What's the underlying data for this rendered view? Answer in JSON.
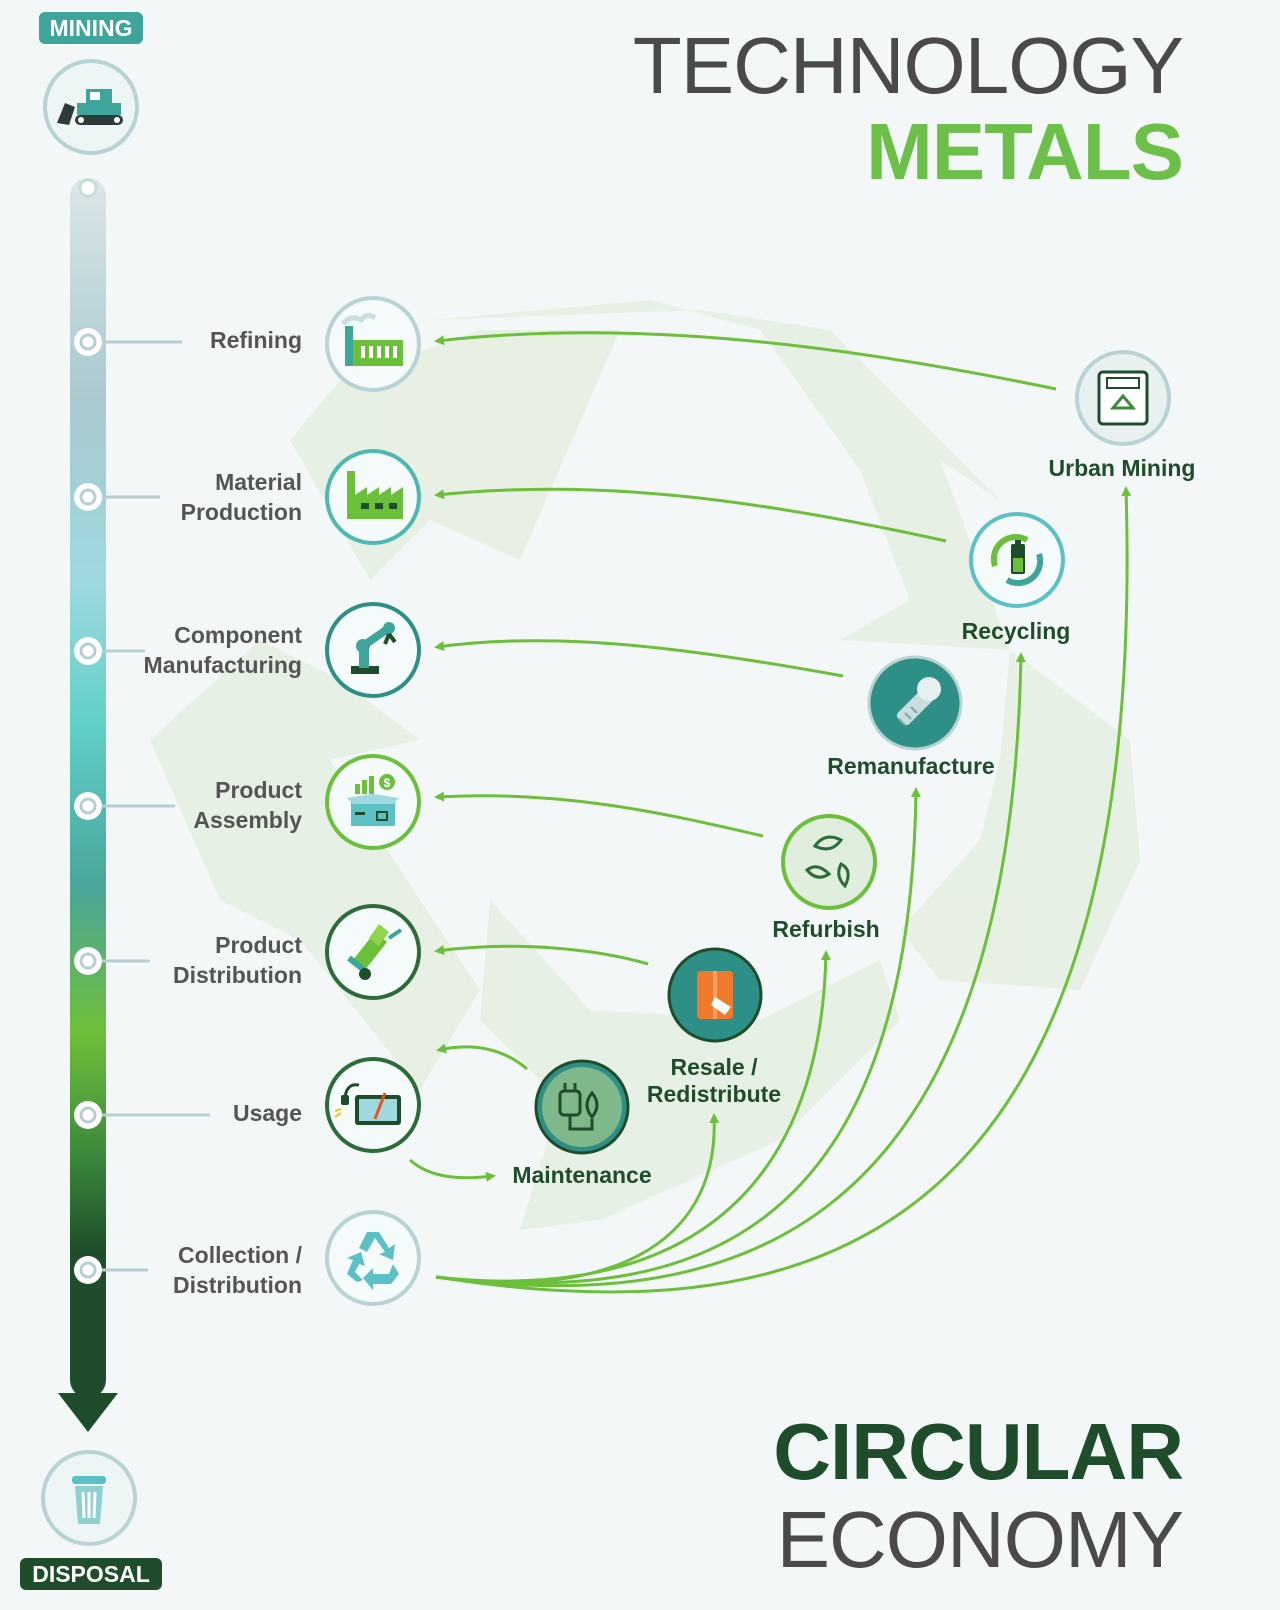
{
  "header": {
    "line1": "TECHNOLOGY",
    "line2": "METALS"
  },
  "footer": {
    "line1": "CIRCULAR",
    "line2": "ECONOMY"
  },
  "timeline": {
    "start_label": "MINING",
    "end_label": "DISPOSAL",
    "start_icon": "bulldozer-icon",
    "end_icon": "trash-can-icon"
  },
  "stages": [
    {
      "line1": "Refining",
      "line2": "",
      "icon": "refinery-icon"
    },
    {
      "line1": "Material",
      "line2": "Production",
      "icon": "factory-icon"
    },
    {
      "line1": "Component",
      "line2": "Manufacturing",
      "icon": "robot-arm-icon"
    },
    {
      "line1": "Product",
      "line2": "Assembly",
      "icon": "box-growth-icon"
    },
    {
      "line1": "Product",
      "line2": "Distribution",
      "icon": "hand-truck-icon"
    },
    {
      "line1": "Usage",
      "line2": "",
      "icon": "tablet-icon"
    },
    {
      "line1": "Collection /",
      "line2": "Distribution",
      "icon": "recycle-icon"
    }
  ],
  "loops": [
    {
      "line1": "Urban Mining",
      "line2": "",
      "icon": "recycling-bin-icon"
    },
    {
      "line1": "Recycling",
      "line2": "",
      "icon": "battery-recycle-icon"
    },
    {
      "line1": "Remanufacture",
      "line2": "",
      "icon": "bolt-icon"
    },
    {
      "line1": "Refurbish",
      "line2": "",
      "icon": "leaves-icon"
    },
    {
      "line1": "Resale /",
      "line2": "Redistribute",
      "icon": "price-tag-icon"
    },
    {
      "line1": "Maintenance",
      "line2": "",
      "icon": "plug-leaf-icon"
    }
  ],
  "colors": {
    "arrow": "#6cbf3a",
    "dark_green": "#1f4d2b",
    "teal": "#3ea59a",
    "bright_green": "#6cc04a",
    "text_gray": "#555555"
  }
}
